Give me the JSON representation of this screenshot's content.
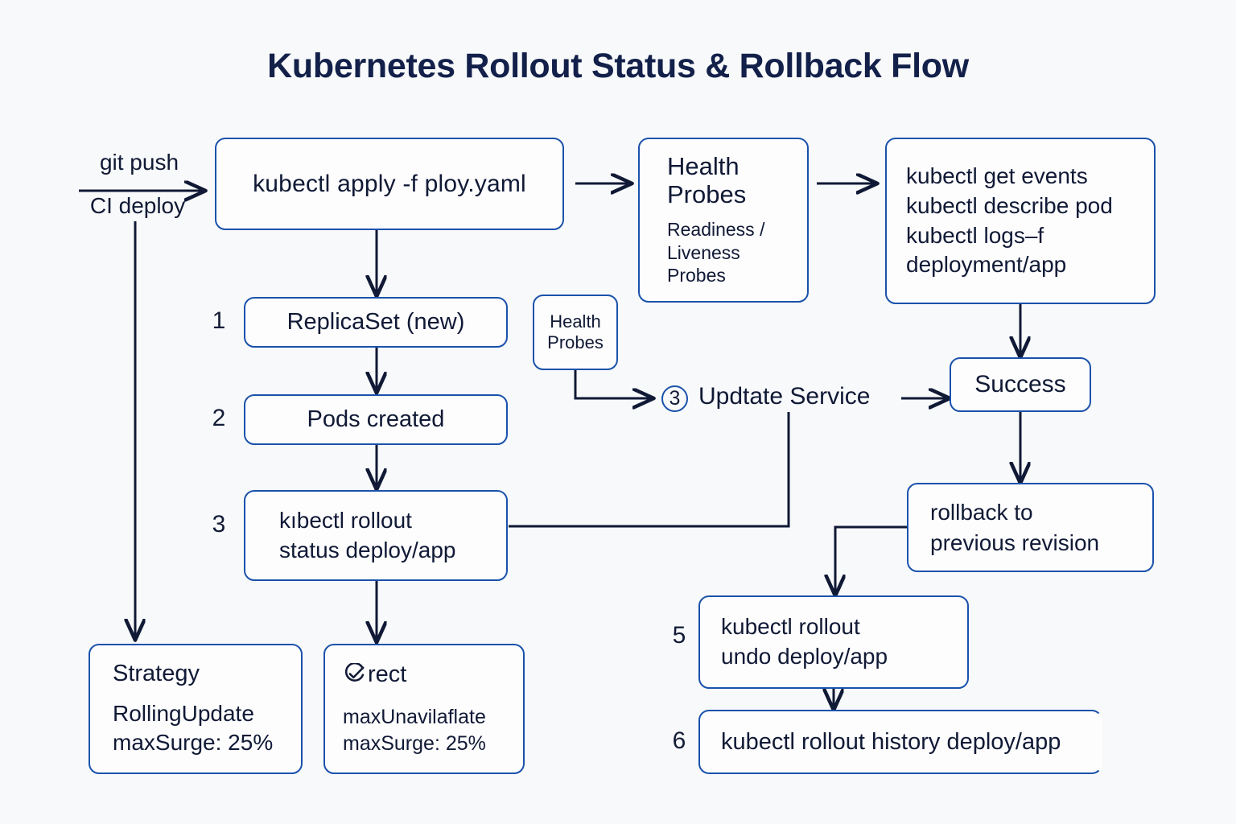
{
  "title": "Kubernetes Rollout Status & Rollback Flow",
  "colors": {
    "box_border": "#1a52ab",
    "arrow": "#101935",
    "text": "#101935",
    "title": "#12204a",
    "background": "#f8f9fa"
  },
  "edge_labels": {
    "trigger_top": "git push",
    "trigger_bottom": "CI deploy"
  },
  "nodes": {
    "apply": {
      "text": "kubectl apply -f ploy.yaml"
    },
    "health_probes_big": {
      "title": "Health Probes",
      "detail_lines": [
        "Readiness /",
        "Liveness",
        "Probes"
      ]
    },
    "debug_cmds": {
      "lines": [
        "kubectl get events",
        "kubectl describe pod",
        "kubectl logs–f",
        "deployment/app"
      ]
    },
    "replicaset": {
      "step": "1",
      "text": "ReplicaSet (new)"
    },
    "pods_created": {
      "step": "2",
      "text": "Pods created"
    },
    "health_probes_small": {
      "lines": [
        "Health",
        "Probes"
      ]
    },
    "update_service": {
      "step": "3",
      "text": "Updtate Service"
    },
    "rollout_status": {
      "step": "3",
      "lines": [
        "kıbectl  rollout",
        "status deploy/app"
      ]
    },
    "success": {
      "text": "Success"
    },
    "rollback": {
      "lines": [
        "rollback to",
        "previous revision"
      ]
    },
    "strategy": {
      "title": "Strategy",
      "lines": [
        "RollingUpdate",
        "maxSurge: 25%"
      ]
    },
    "rect_card": {
      "icon": "check-circle-icon",
      "title": "rect",
      "lines": [
        "maxUnavilaflate",
        "maxSurge: 25%"
      ]
    },
    "rollout_undo": {
      "step": "5",
      "lines": [
        "kubectl rollout",
        "undo deploy/app"
      ]
    },
    "rollout_history": {
      "step": "6",
      "text": "kubectl rollout history deploy/app"
    }
  }
}
